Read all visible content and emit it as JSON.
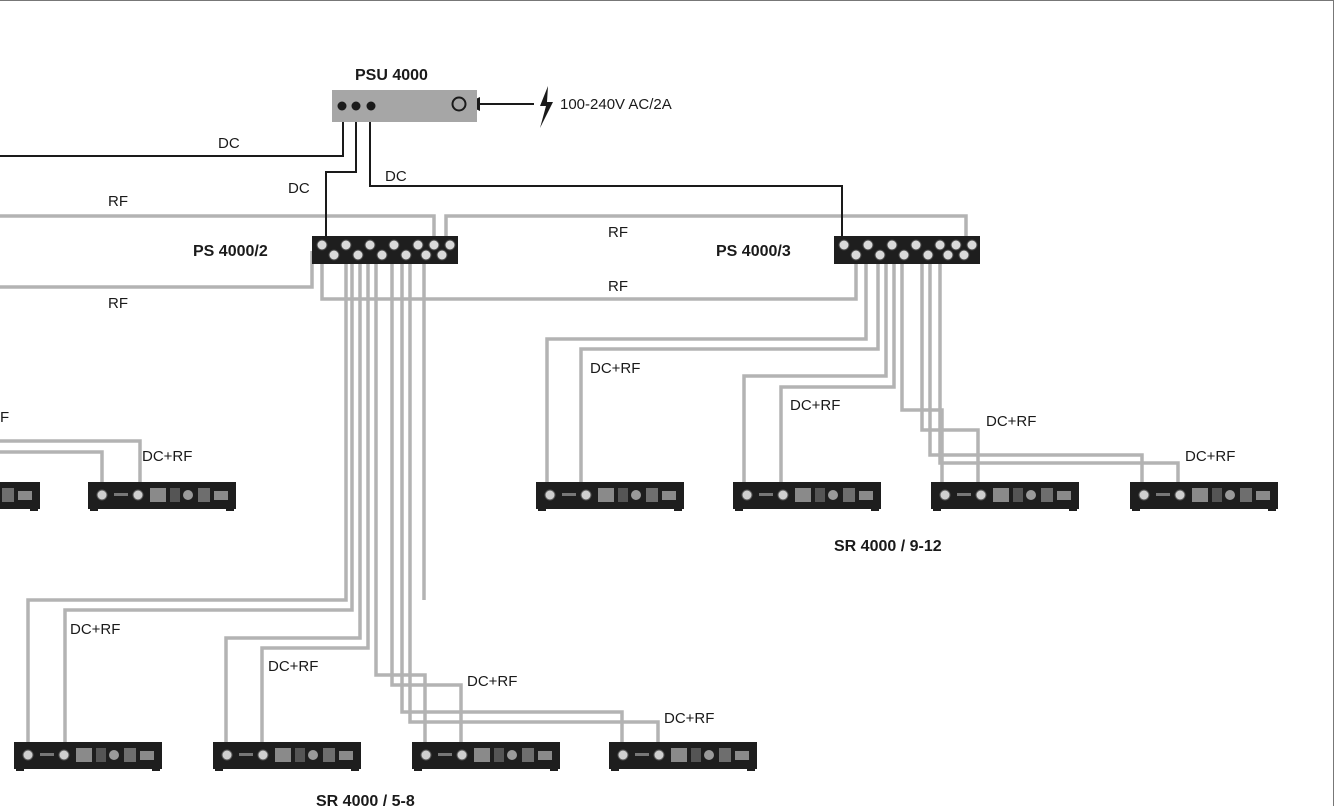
{
  "colors": {
    "background": "#ffffff",
    "dc_line": "#1a1a1a",
    "rf_line": "#b3b3b3",
    "psu_body": "#a6a6a6",
    "device_body": "#1e1e1e"
  },
  "psu": {
    "title": "PSU 4000",
    "mains_label": "100-240V AC/2A",
    "mains_icon": "lightning-bolt-icon"
  },
  "splitters": [
    {
      "name": "PS 4000/2"
    },
    {
      "name": "PS 4000/3"
    }
  ],
  "connection_labels": {
    "dc": "DC",
    "rf": "RF",
    "dc_rf": "DC+RF",
    "rf_partial": "F"
  },
  "groups": [
    {
      "name": "SR 4000 / 9-12"
    },
    {
      "name": "SR 4000 / 5-8"
    }
  ]
}
